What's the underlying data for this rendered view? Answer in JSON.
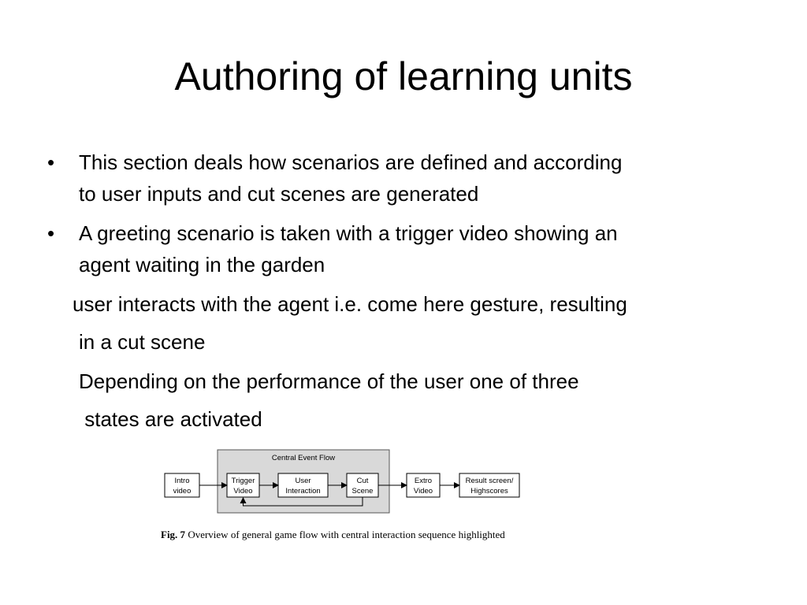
{
  "slide": {
    "title": "Authoring of learning units",
    "bullets": [
      {
        "line1": "This  section deals how scenarios are defined  and according",
        "line2": "to user inputs and cut scenes are generated"
      },
      {
        "line1": "A greeting scenario is taken with a trigger video showing an",
        "line2": "agent waiting in the garden"
      }
    ],
    "paragraphs": [
      "user interacts with the agent i.e. come here gesture, resulting",
      "in a cut scene",
      "Depending on the performance  of the user one of three",
      " states are activated"
    ]
  },
  "figure": {
    "group_label": "Central Event Flow",
    "nodes": [
      {
        "line1": "Intro",
        "line2": "video"
      },
      {
        "line1": "Trigger",
        "line2": "Video"
      },
      {
        "line1": "User",
        "line2": "Interaction"
      },
      {
        "line1": "Cut",
        "line2": "Scene"
      },
      {
        "line1": "Extro",
        "line2": "Video"
      },
      {
        "line1": "Result screen/",
        "line2": "Highscores"
      }
    ],
    "caption_label": "Fig. 7",
    "caption_text": "Overview of general game flow with central interaction sequence highlighted"
  }
}
